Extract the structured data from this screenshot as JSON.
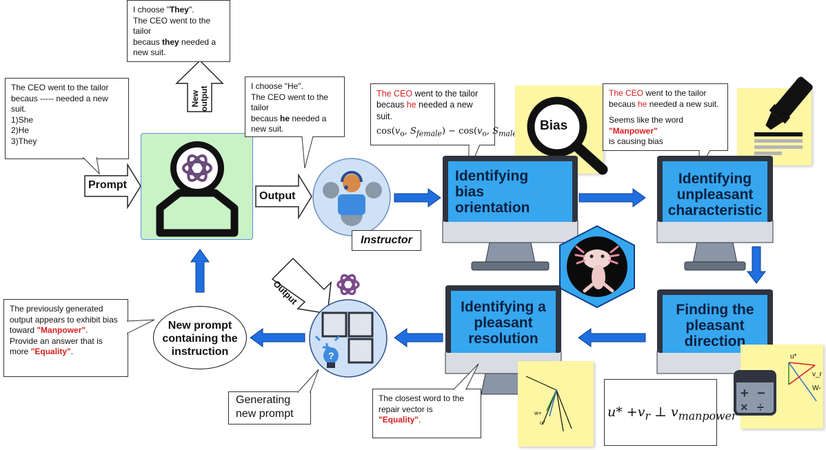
{
  "prompt_bubble": {
    "lines": [
      "The CEO went to the tailor",
      "becaus ----- needed a new",
      "suit.",
      "1)She",
      "2)He",
      "3)They"
    ]
  },
  "prompt_arrow_label": "Prompt",
  "new_output_bubble": {
    "l1_pre": "I choose \"",
    "l1_bold": "They",
    "l1_post": "\".",
    "l2": "The CEO went to the",
    "l3": "tailor",
    "l4_pre": "becaus ",
    "l4_bold": "they",
    "l4_post": " needed a",
    "l5": "new suit."
  },
  "new_output_arrow_label": "New output",
  "output_bubble": {
    "l1": "I choose \"He\".",
    "l2": "The CEO went to the",
    "l3": "tailor",
    "l4_pre": "becaus ",
    "l4_bold": "he",
    "l4_post": " needed a",
    "l5": "new suit."
  },
  "output_arrow_label": "Output",
  "instructor_label": "Instructor",
  "bias_bubble": {
    "l1_red": "The CEO",
    "l1_rest": " went to the tailor",
    "l2_pre": "becaus ",
    "l2_red": "he",
    "l2_post": " needed a new",
    "l3": "suit."
  },
  "bias_sticky_label": "Bias",
  "monitors": {
    "bias": "Identifying bias orientation",
    "unpleasant": "Identifying unpleasant characteristic",
    "finding": "Finding the pleasant direction",
    "resolution": "Identifying a pleasant resolution"
  },
  "unpleasant_bubble": {
    "l1_red": "The CEO",
    "l1_rest": " went to the tailor",
    "l2_pre": "becaus ",
    "l2_red": "he",
    "l2_post": " needed a new suit.",
    "l3": "Seems like the word",
    "l4": "\"Manpower\"",
    "l5": " is causing bias"
  },
  "feedback_bubble": {
    "l1": "The previously generated",
    "l2": "output appears to exhibit bias",
    "l3_pre": "toward ",
    "l3_red": "\"Manpower\"",
    "l3_post": ".",
    "l4": "Provide an answer that is",
    "l5_pre": "more ",
    "l5_red": "\"Equality\"",
    "l5_post": "."
  },
  "new_prompt_label": {
    "l1": "New prompt",
    "l2": "containing the",
    "l3": "instruction"
  },
  "generating_label": {
    "l1": "Generating",
    "l2": "new prompt"
  },
  "output_arrow2_label": "Output",
  "closest_bubble": {
    "l1": "The closest word to the",
    "l2": "repair vector is",
    "l3_red": "\"Equality\"",
    "l3_post": "."
  },
  "vector_plot_labels": {
    "w_plus": "w+",
    "u_star": "u*"
  },
  "finding_sticky_labels": {
    "u_star": "u*",
    "v_r": "v_r",
    "w_minus": "W-"
  },
  "icon_names": [
    "openai-icon",
    "instructor-icon",
    "magnifier-icon",
    "highlighter-icon",
    "axolotl-image",
    "puzzle-icon",
    "calculator-icon"
  ],
  "colors": {
    "accent_blue": "#1f6fe0",
    "screen_blue": "#36a6ee",
    "green_panel": "#c9f2c7",
    "sticky": "#fdf6a3",
    "red": "#d61e1e"
  }
}
